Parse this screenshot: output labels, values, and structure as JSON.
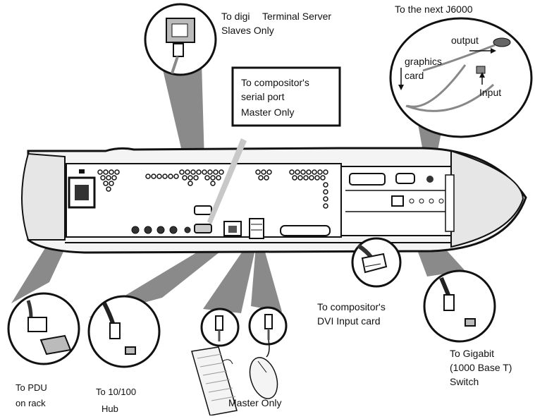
{
  "labels": {
    "digi_line1": "To digi",
    "digi_line2": "Terminal Server",
    "digi_line3": "Slaves Only",
    "serial_line1": "To compositor's",
    "serial_line2": "serial port",
    "serial_line3": "Master Only",
    "next_j6000": "To the next J6000",
    "output": "output",
    "graphics_line1": "graphics",
    "graphics_line2": "card",
    "input": "Input",
    "dvi_line1": "To compositor's",
    "dvi_line2": "DVI Input card",
    "gigabit_line1": "To Gigabit",
    "gigabit_line2": "(1000 Base T)",
    "gigabit_line3": "Switch",
    "pdu_line1": "To PDU",
    "pdu_line2": "on rack",
    "hub_line1": "To 10/100",
    "hub_line2": "Hub",
    "master_only": "Master Only"
  },
  "colors": {
    "outline": "#111111",
    "callout_gray": "#8a8a8a",
    "panel_light": "#f2f2f2",
    "cable_gray": "#9a9a9a",
    "arrow_light_gray": "#c8c8c8"
  }
}
